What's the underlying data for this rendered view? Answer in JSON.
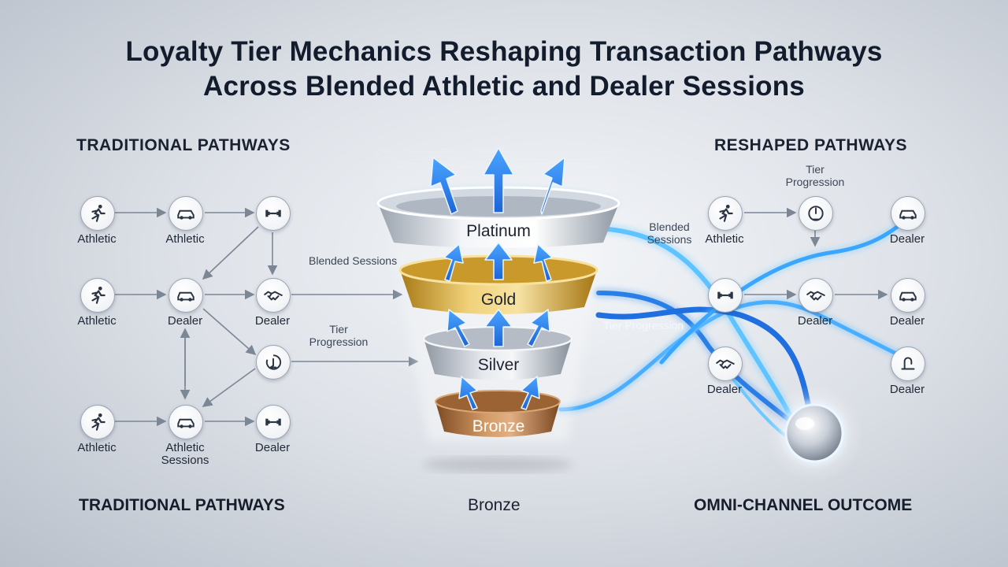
{
  "title": {
    "line1": "Loyalty Tier Mechanics Reshaping Transaction Pathways",
    "line2": "Across Blended Athletic and Dealer Sessions"
  },
  "headers": {
    "left": "TRADITIONAL PATHWAYS",
    "right": "RESHAPED PATHWAYS"
  },
  "footers": {
    "left": "TRADITIONAL PATHWAYS",
    "center": "Bronze",
    "right": "OMNI-CHANNEL OUTCOME"
  },
  "left_nodes": {
    "r1c1": {
      "icon": "runner-icon",
      "label": "Athletic"
    },
    "r1c2": {
      "icon": "car-icon",
      "label": "Athletic"
    },
    "r1c3": {
      "icon": "dumbbell-icon",
      "label": ""
    },
    "r2c1": {
      "icon": "runner-icon",
      "label": "Athletic"
    },
    "r2c2": {
      "icon": "car-icon",
      "label": "Dealer"
    },
    "r2c3": {
      "icon": "handshake-icon",
      "label": "Dealer"
    },
    "r3c3": {
      "icon": "tier-progression-icon",
      "label": ""
    },
    "r4c1": {
      "icon": "runner-icon",
      "label": "Athletic"
    },
    "r4c2": {
      "icon": "car-icon",
      "label": "Athletic Sessions"
    },
    "r4c3": {
      "icon": "dumbbell-icon",
      "label": "Dealer"
    }
  },
  "flow_labels": {
    "left_blended": "Blended Sessions",
    "left_tier": "Tier Progression",
    "right_tier_top": "Tier Progression",
    "right_blended": "Blended Sessions",
    "right_tier_mid": "Tier Progression"
  },
  "tiers": {
    "platinum": "Platinum",
    "gold": "Gold",
    "silver": "Silver",
    "bronze": "Bronze"
  },
  "right_nodes": {
    "r1a": {
      "icon": "runner-icon",
      "label": "Athletic"
    },
    "r1b": {
      "icon": "gauge-icon",
      "label": ""
    },
    "r1c": {
      "icon": "car-icon",
      "label": "Dealer"
    },
    "r2a": {
      "icon": "dumbbell-icon",
      "label": ""
    },
    "r2b": {
      "icon": "handshake-icon",
      "label": "Dealer"
    },
    "r2c": {
      "icon": "car-icon",
      "label": "Dealer"
    },
    "r3a": {
      "icon": "handshake-icon",
      "label": "Dealer"
    },
    "r3c": {
      "icon": "faucet-icon",
      "label": "Dealer"
    }
  },
  "colors": {
    "flow_blue": "#2f8cf0",
    "flow_light": "#7fd0ff",
    "platinum": "#dfe4ea",
    "gold": "#e0b73a",
    "silver": "#c7ccd3",
    "bronze": "#b77a45"
  }
}
